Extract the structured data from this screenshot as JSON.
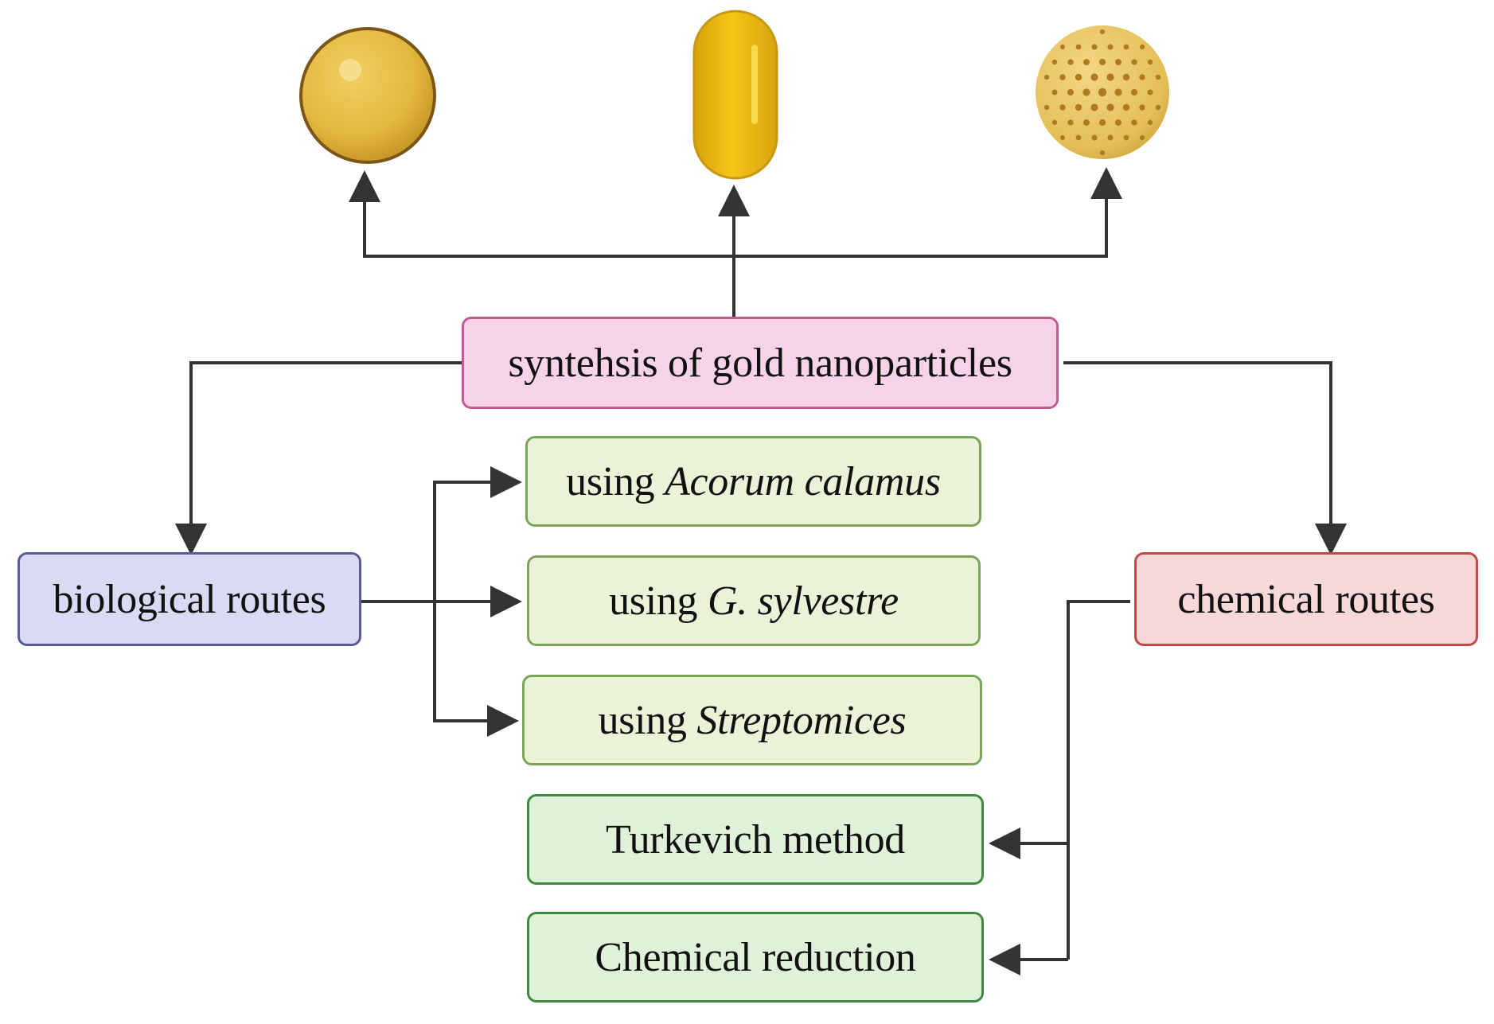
{
  "diagram": {
    "root": {
      "text": "syntehsis of gold nanoparticles"
    },
    "biological": {
      "text": "biological routes"
    },
    "chemical": {
      "text": "chemical routes"
    },
    "bio_items": [
      {
        "prefix": "using ",
        "species": "Acorum calamus"
      },
      {
        "prefix": "using ",
        "species": "G. sylvestre"
      },
      {
        "prefix": "using ",
        "species": "Streptomices"
      }
    ],
    "chem_items": [
      {
        "text": "Turkevich method"
      },
      {
        "text": "Chemical reduction"
      }
    ],
    "particles": [
      {
        "shape": "sphere-icon"
      },
      {
        "shape": "rod-icon"
      },
      {
        "shape": "porous-sphere-icon"
      }
    ]
  },
  "colors": {
    "gold": "#e8c04a",
    "gold_dark": "#7a5618",
    "rod_gold": "#f2c014",
    "porous_gold": "#e9c45a",
    "porous_dot": "#b07a1f",
    "connector": "#333333",
    "root_fill": "#f7d3ea",
    "root_border": "#c45b95",
    "bio_fill": "#d9daf4",
    "bio_border": "#5a5d95",
    "chem_fill": "#f7d8d8",
    "chem_border": "#c24a4a",
    "bio_item_fill": "#eaf3d8",
    "bio_item_border": "#7ba35a",
    "chem_item_fill": "#dff1d9",
    "chem_item_border": "#3d8a3f"
  }
}
